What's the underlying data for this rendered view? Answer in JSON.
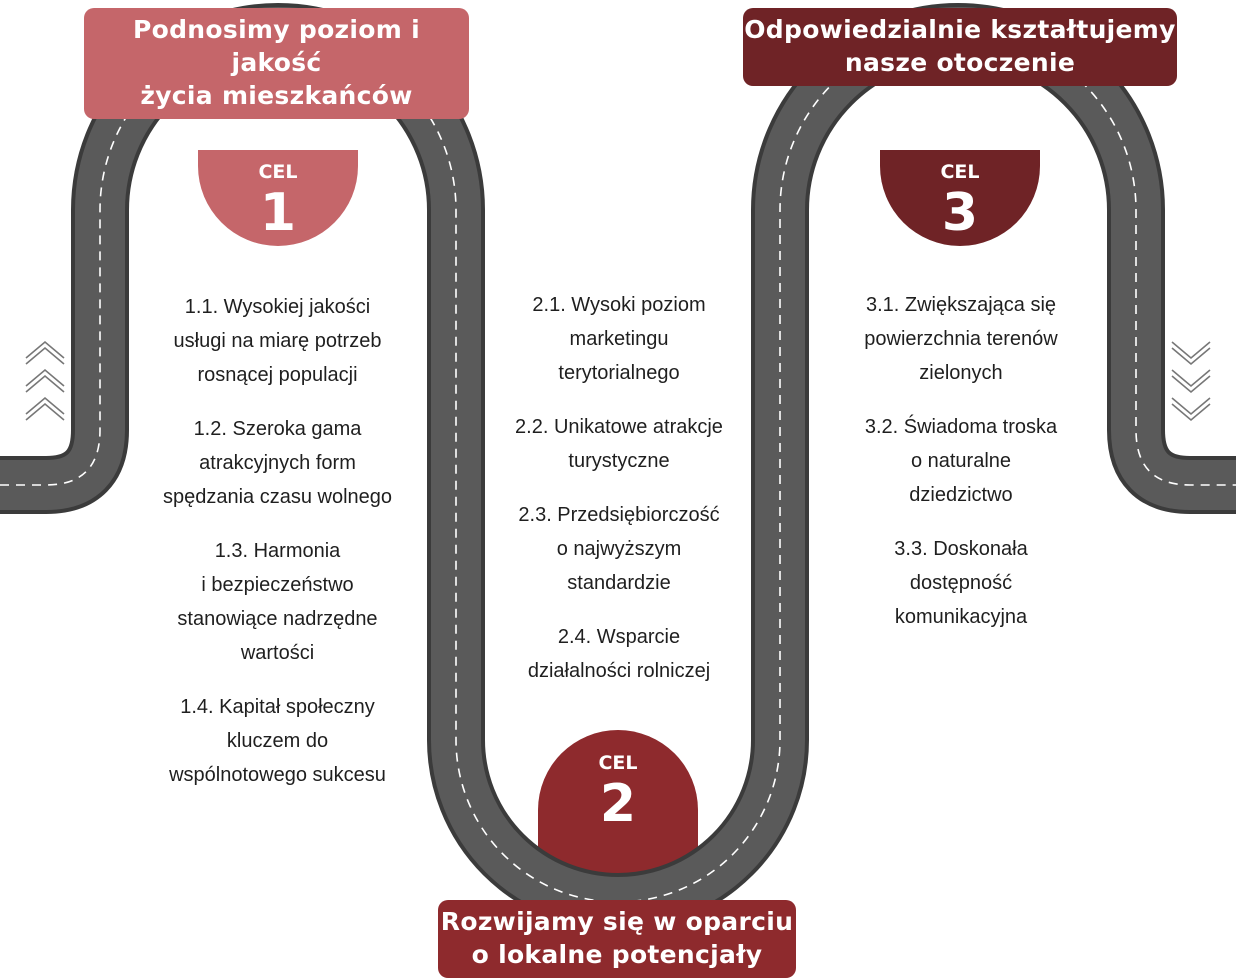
{
  "colors": {
    "goal1": "#c5666a",
    "goal2": "#8e2a2d",
    "goal3": "#6f2326",
    "road": "#5a5a5a",
    "road_edge": "#3b3b3b",
    "road_line": "#ffffff"
  },
  "goals": [
    {
      "banner": [
        "Podnosimy poziom i jakość",
        "życia mieszkańców"
      ],
      "cel_label": "CEL",
      "cel_number": "1",
      "items": [
        [
          "1.1. Wysokiej jakości",
          "usługi na miarę potrzeb",
          "rosnącej populacji"
        ],
        [
          "1.2. Szeroka gama",
          "atrakcyjnych form",
          "spędzania czasu wolnego"
        ],
        [
          "1.3. Harmonia",
          "i bezpieczeństwo",
          "stanowiące nadrzędne",
          "wartości"
        ],
        [
          "1.4. Kapitał społeczny",
          "kluczem do",
          "wspólnotowego sukcesu"
        ]
      ]
    },
    {
      "banner": [
        "Rozwijamy się w oparciu",
        "o lokalne potencjały"
      ],
      "cel_label": "CEL",
      "cel_number": "2",
      "items": [
        [
          "2.1. Wysoki poziom",
          "marketingu",
          "terytorialnego"
        ],
        [
          "2.2. Unikatowe atrakcje",
          "turystyczne"
        ],
        [
          "2.3. Przedsiębiorczość",
          "o najwyższym",
          "standardzie"
        ],
        [
          "2.4. Wsparcie",
          "działalności rolniczej"
        ]
      ]
    },
    {
      "banner": [
        "Odpowiedzialnie kształtujemy",
        "nasze otoczenie"
      ],
      "cel_label": "CEL",
      "cel_number": "3",
      "items": [
        [
          "3.1. Zwiększająca się",
          "powierzchnia terenów",
          "zielonych"
        ],
        [
          "3.2. Świadoma troska",
          "o naturalne",
          "dziedzictwo"
        ],
        [
          "3.3. Doskonała",
          "dostępność",
          "komunikacyjna"
        ]
      ]
    }
  ],
  "decor": {
    "left_chevrons": "chevron-up-icon",
    "right_chevrons": "chevron-down-icon"
  }
}
